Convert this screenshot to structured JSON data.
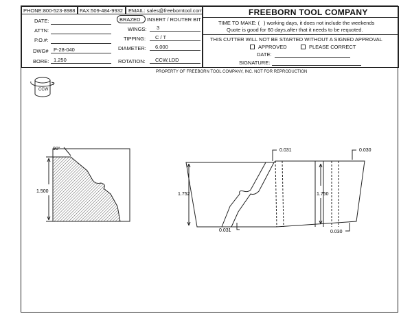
{
  "header": {
    "phone": "PHONE:800-523-8988",
    "fax": "FAX:509-484-9932",
    "email": "EMAIL: sales@freeborntool.com",
    "company": "FREEBORN TOOL COMPANY"
  },
  "form": {
    "date_label": "DATE:",
    "attn_label": "ATTN:",
    "po_label": "P.O.#:",
    "dwg_label": "DWG#",
    "dwg_value": "P-28-040",
    "bore_label": "BORE:",
    "bore_value": "1.250",
    "type_brazed": "BRAZED",
    "type_rest": "INSERT / ROUTER BIT",
    "wings_label": "WINGS:",
    "wings_value": "3",
    "tipping_label": "TIPPING:",
    "tipping_value": "C / T",
    "diameter_label": "DIAMETER:",
    "diameter_value": "6.000",
    "rotation_label": "ROTATION:",
    "rotation_value": "CCW,LDD"
  },
  "approval": {
    "time_to_make_a": "TIME TO MAKE: (",
    "time_to_make_b": ") working days, it does not include the weekends",
    "quote_note": "Quote is good for 60 days,after that it needs to be requoted.",
    "warning": "THIS CUTTER WILL NOT BE STARTED WITHOUT A SIGNED APPROVAL",
    "approved_label": "APPROVED",
    "please_correct_label": "PLEASE CORRECT",
    "date_label": "DATE:",
    "signature_label": "SIGNATURE:"
  },
  "property_note": "PROPERTY OF FREEBORN TOOL COMPANY, INC.   NOT FOR REPRODUCTION",
  "rotation_icon_label": "CCW",
  "drawing": {
    "angle_label": "90°",
    "left_height": "1.500",
    "right_height_outer": "1.752",
    "right_height_inner": "1.750",
    "dim_top_left": "0.031",
    "dim_top_right": "0.030",
    "dim_bottom_left": "0.031",
    "dim_bottom_right": "0.030"
  }
}
